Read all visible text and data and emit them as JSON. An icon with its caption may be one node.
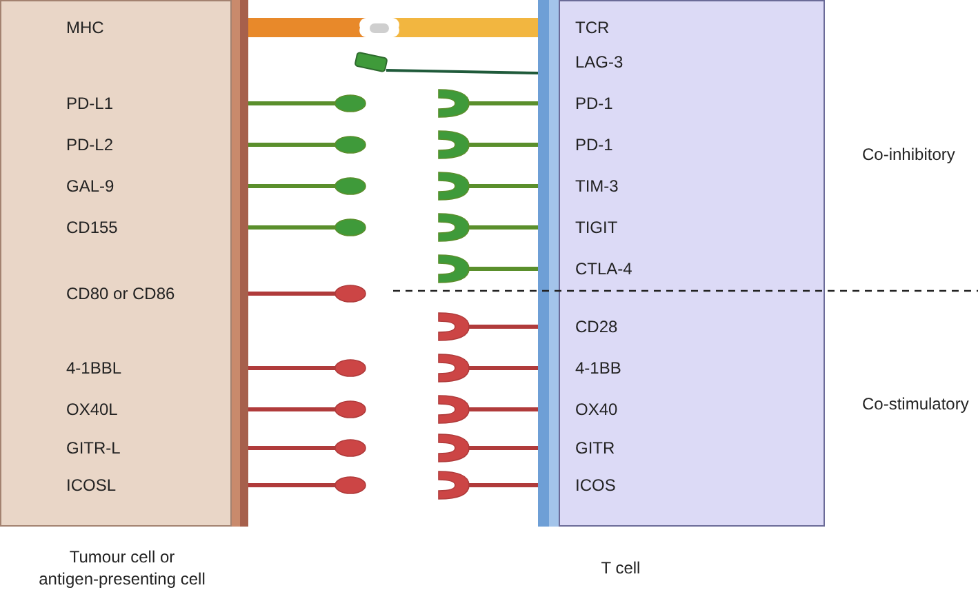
{
  "diagram": {
    "nodes": [
      {
        "text": [
          "Tumour cell or antigen-presenting cell"
        ]
      },
      {
        "text": [
          "T cell"
        ]
      }
    ],
    "labels": [
      "MHC",
      "TCR",
      "LAG-3",
      "PD-L1",
      "PD-1",
      "PD-L2",
      "PD-1",
      "Co-inhibitory",
      "GAL-9",
      "TIM-3",
      "CD155",
      "TIGIT",
      "CTLA-4",
      "CD80 or CD86",
      "CD28",
      "4-1BBL",
      "4-1BB",
      "OX40L",
      "OX40",
      "Co-stimulatory",
      "GITR-L",
      "GITR",
      "ICOSL",
      "ICOS"
    ]
  }
}
